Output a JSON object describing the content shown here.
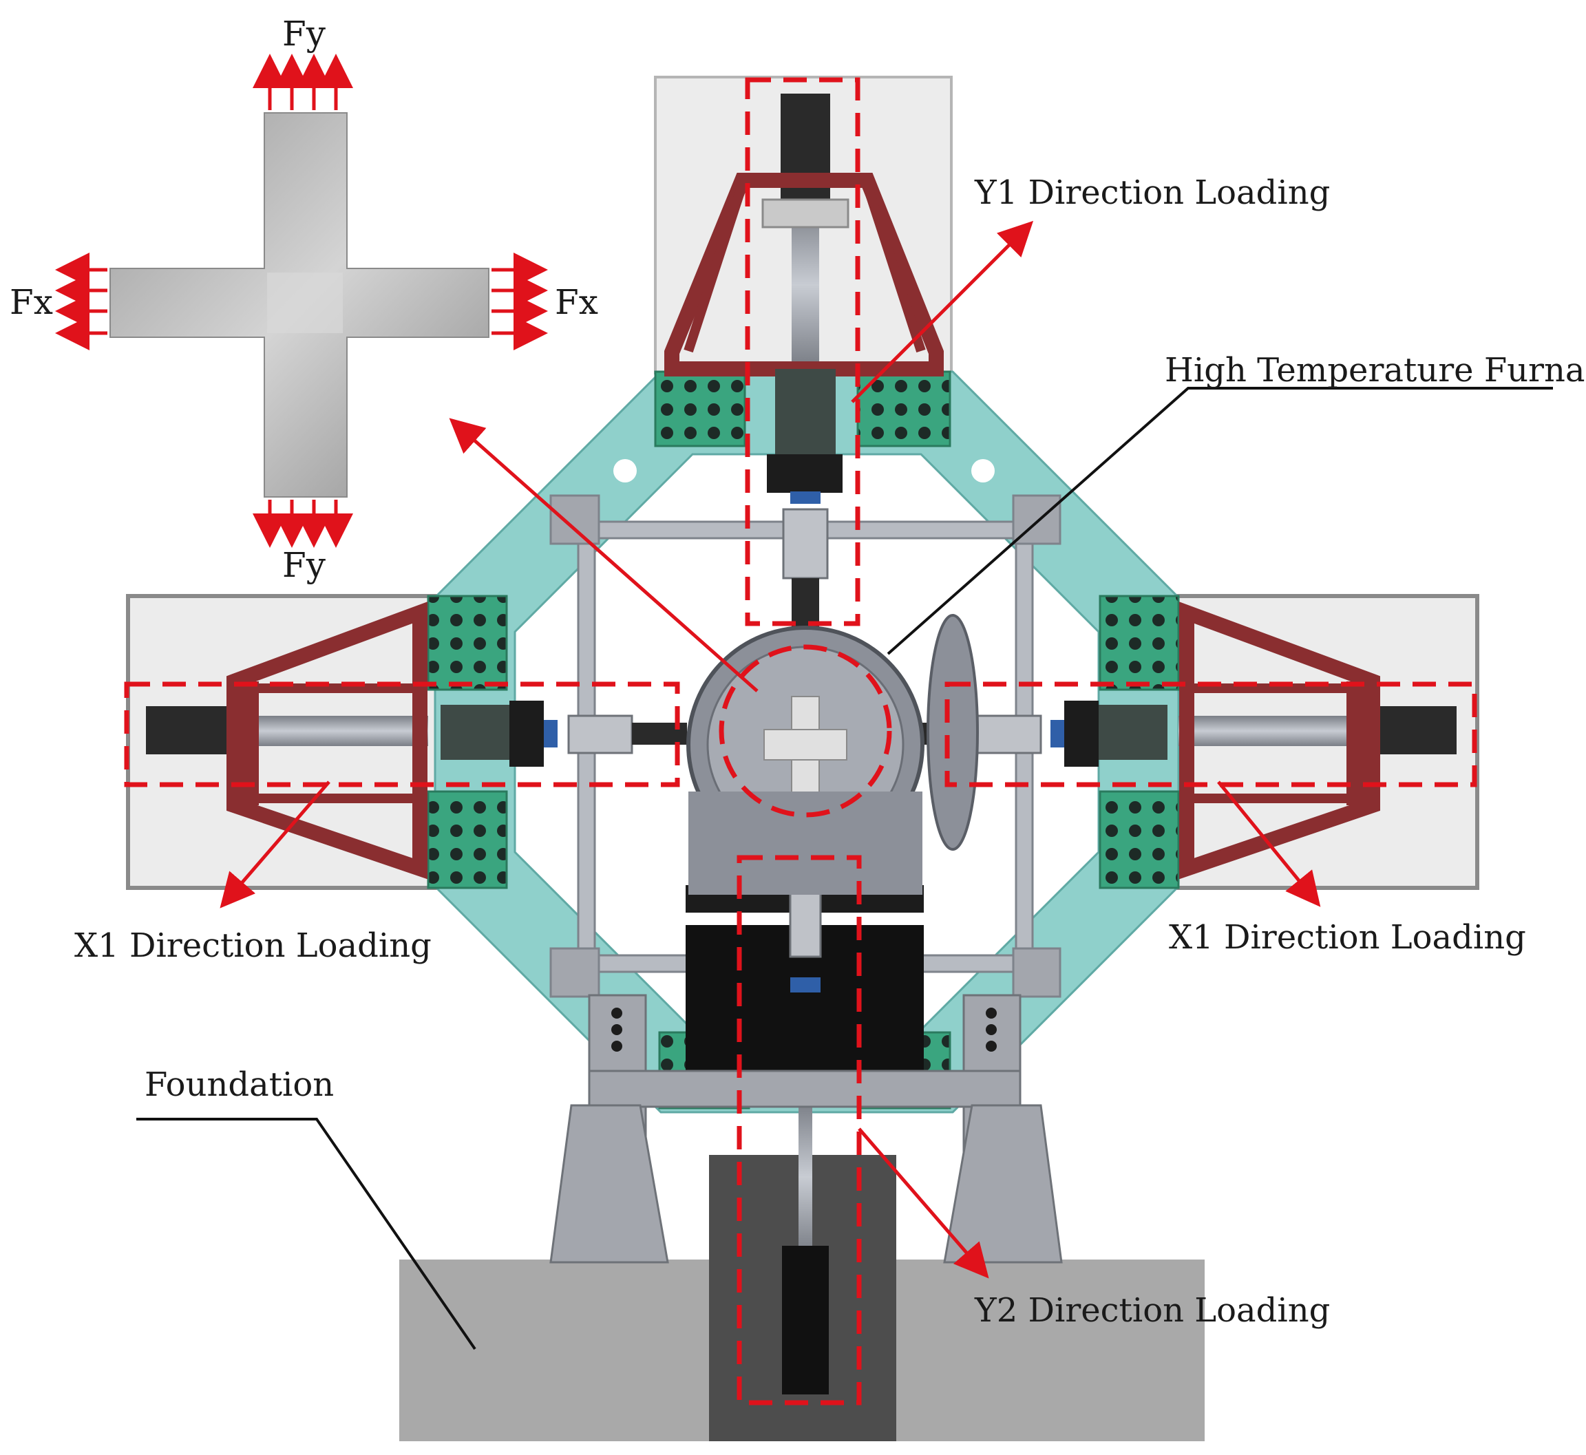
{
  "labels": {
    "fy_top": "Fy",
    "fy_bottom": "Fy",
    "fx_left": "Fx",
    "fx_right": "Fx",
    "y1_loading": "Y1 Direction Loading",
    "high_temp_furnace": "High Temperature Furnace",
    "x1_loading_left": "X1 Direction Loading",
    "x1_loading_right": "X1 Direction Loading",
    "foundation": "Foundation",
    "y2_loading": "Y2 Direction Loading"
  },
  "colors": {
    "frame_teal": "#8fd0cb",
    "green_block": "#3aa57f",
    "actuator_red": "#8a2e30",
    "steel_gray": "#a3a6ad",
    "annotation_red": "#e0121b",
    "foundation_gray": "#a9a9a9",
    "backplate": "#ececec"
  }
}
